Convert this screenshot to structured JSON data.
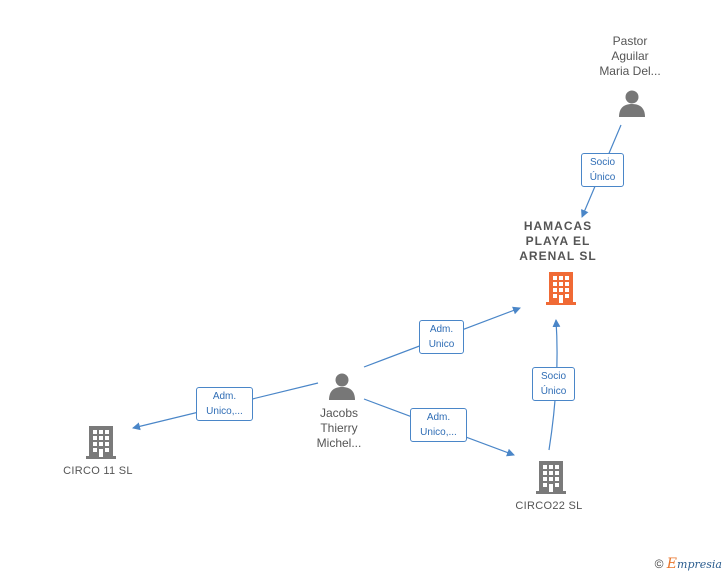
{
  "colors": {
    "edge": "#4a86c8",
    "person": "#777777",
    "company": "#7a7a7a",
    "focus_company": "#f06a35"
  },
  "nodes": {
    "pastor": {
      "label_lines": [
        "Pastor",
        "Aguilar",
        "Maria Del..."
      ],
      "icon": "person-icon"
    },
    "hamacas": {
      "label_lines": [
        "HAMACAS",
        "PLAYA EL",
        "ARENAL  SL"
      ],
      "icon": "building-icon"
    },
    "jacobs": {
      "label_lines": [
        "Jacobs",
        "Thierry",
        "Michel..."
      ],
      "icon": "person-icon"
    },
    "circo11": {
      "label_lines": [
        "CIRCO 11 SL"
      ],
      "icon": "building-icon"
    },
    "circo22": {
      "label_lines": [
        "CIRCO22  SL"
      ],
      "icon": "building-icon"
    }
  },
  "edges": {
    "pastor_hamacas": [
      "Socio",
      "Único"
    ],
    "jacobs_hamacas": [
      "Adm.",
      "Unico"
    ],
    "jacobs_circo11": [
      "Adm.",
      "Unico,..."
    ],
    "jacobs_circo22": [
      "Adm.",
      "Unico,..."
    ],
    "circo22_hamacas": [
      "Socio",
      "Único"
    ]
  },
  "brand": {
    "copyright": "©",
    "e": "E",
    "rest": "mpresia"
  }
}
